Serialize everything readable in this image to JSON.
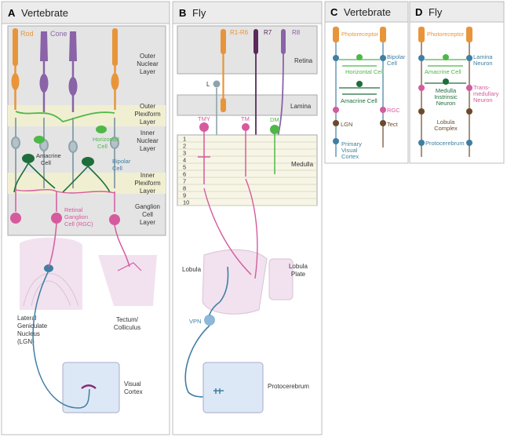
{
  "panels": {
    "a": {
      "letter": "A",
      "title": "Vertebrate"
    },
    "b": {
      "letter": "B",
      "title": "Fly"
    },
    "c": {
      "letter": "C",
      "title": "Vertebrate"
    },
    "d": {
      "letter": "D",
      "title": "Fly"
    }
  },
  "panel_a": {
    "rod": "Rod",
    "cone": "Cone",
    "layers": [
      [
        "Outer",
        "Nuclear",
        "Layer"
      ],
      [
        "Outer",
        "Plexiform",
        "Layer"
      ],
      [
        "Inner",
        "Nuclear",
        "Layer"
      ],
      [
        "Inner",
        "Plexiform",
        "Layer"
      ],
      [
        "Ganglion",
        "Cell",
        "Layer"
      ]
    ],
    "horizontal_cell": [
      "Horizontal",
      "Cell"
    ],
    "amacrine_cell": [
      "Amacrine",
      "Cell"
    ],
    "bipolar_cell": [
      "Bipolar",
      "Cell"
    ],
    "rgc": [
      "Retinal",
      "Ganglion",
      "Cell (RGC)"
    ],
    "lgn": [
      "Lateral",
      "Geniculate",
      "Nucleus",
      "(LGN)"
    ],
    "tectum": [
      "Tectum/",
      "Colliculus"
    ],
    "visual_cortex": [
      "Visual",
      "Cortex"
    ]
  },
  "panel_b": {
    "r16": "R1-R6",
    "r7": "R7",
    "r8": "R8",
    "retina": "Retina",
    "lamina": "Lamina",
    "l": "L",
    "tmy": "TMY",
    "tm": "TM",
    "dm": "DM",
    "medulla": "Medulla",
    "layers": [
      "1",
      "2",
      "3",
      "4",
      "5",
      "6",
      "7",
      "8",
      "9",
      "10"
    ],
    "lobula": "Lobula",
    "lobula_plate": [
      "Lobula",
      "Plate"
    ],
    "vpn": "VPN",
    "protocerebrum": "Protocerebrum"
  },
  "panel_c": {
    "photoreceptor": "Photoreceptor",
    "horizontal_cell": "Horizontal Cell",
    "bipolar_cell": [
      "Bipolar",
      "Cell"
    ],
    "amacrine_cell": "Amacrine Cell",
    "rgc": "RGC",
    "lgn": "LGN",
    "tect": "Tect",
    "primary_visual_cortex": [
      "Primary",
      "Visual",
      "Cortex"
    ]
  },
  "panel_d": {
    "photoreceptor": "Photoreceptor",
    "amacrine_cell": "Amacrine Cell",
    "lamina_neuron": [
      "Lamina",
      "Neuron"
    ],
    "medulla_intrinsic": [
      "Medulla",
      "Instrinsic",
      "Neuron"
    ],
    "transmedullary": [
      "Trans-",
      "medullary",
      "Neuron"
    ],
    "lobula_complex": [
      "Lobula",
      "Complex"
    ],
    "protocerebrum": "Protocerebrum"
  },
  "colors": {
    "rod": "#e8953a",
    "cone": "#8a63a8",
    "r7": "#5a2a5a",
    "horizontal": "#4db848",
    "amacrine": "#1d6e3a",
    "bipolar": "#3f7fa3",
    "rgc": "#d65a9e",
    "lgn": "#6b4a2a",
    "panel_border": "#bdbdbd",
    "panel_header": "#ececec"
  }
}
